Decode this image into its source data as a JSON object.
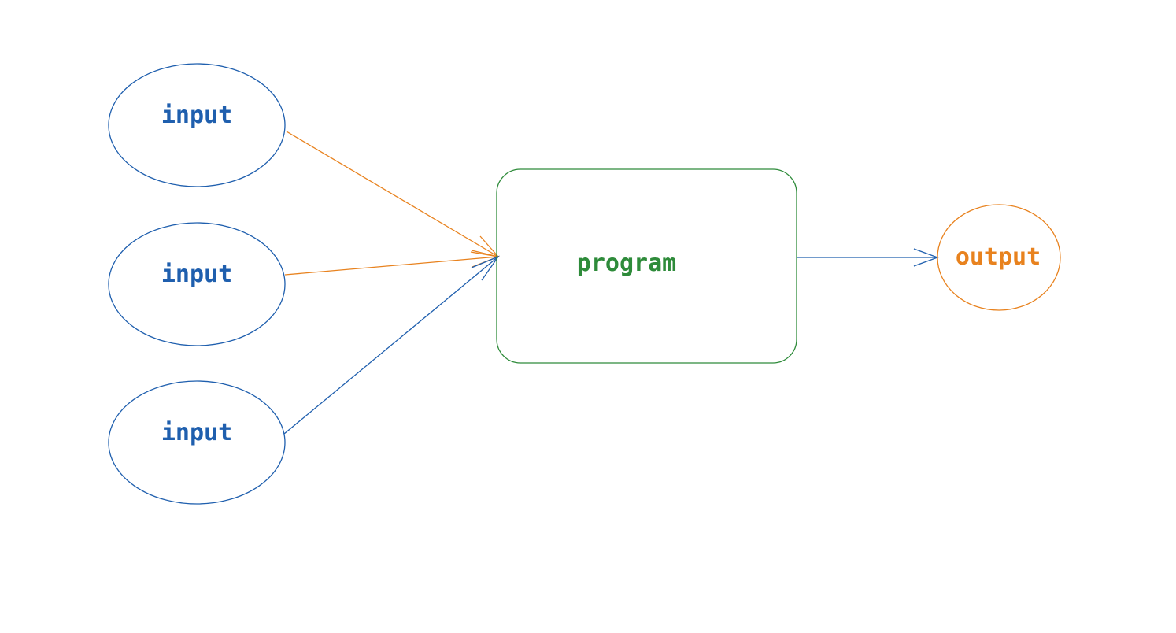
{
  "colors": {
    "input": "#1f5fae",
    "program": "#2e8b3a",
    "output": "#e8821e",
    "edge_orange": "#e8821e",
    "edge_blue": "#1f5fae",
    "background": "#ffffff"
  },
  "nodes": {
    "inputs": [
      {
        "label": "input"
      },
      {
        "label": "input"
      },
      {
        "label": "input"
      }
    ],
    "program": {
      "label": "program"
    },
    "output": {
      "label": "output"
    }
  }
}
